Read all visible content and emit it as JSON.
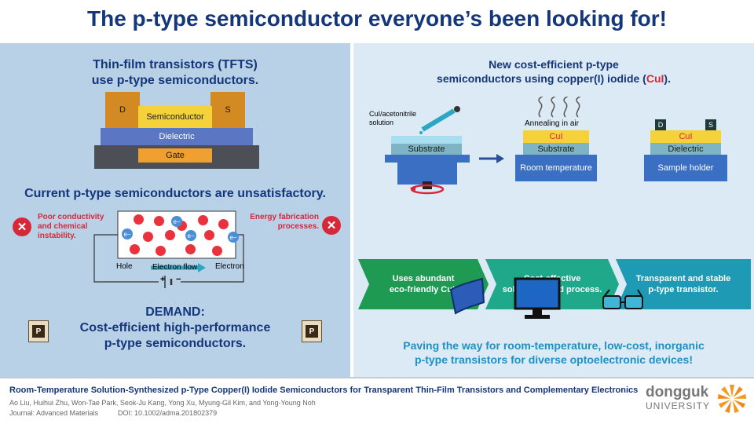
{
  "title": "The p-type semiconductor everyone’s been looking for!",
  "left": {
    "heading1_line1": "Thin-film transistors (TFTS)",
    "heading1_line2": "use p-type semiconductors.",
    "tft": {
      "drain": "D",
      "source": "S",
      "semiconductor": "Semiconductor",
      "dielectric": "Dielectric",
      "gate": "Gate"
    },
    "heading2": "Current p-type semiconductors are unsatisfactory.",
    "issue_left": [
      "Poor conductivity",
      "and chemical",
      "instability."
    ],
    "issue_right": [
      "Energy fabrication",
      "processes."
    ],
    "x_mark": "✕",
    "electron_symbol": "e−",
    "hole_label": "Hole",
    "flow_label": "Electron flow",
    "electron_label": "Electron",
    "plus": "+",
    "minus": "−",
    "demand": "DEMAND:",
    "demand_line1": "Cost-efficient high-performance",
    "demand_line2": "p-type semiconductors.",
    "chip_letter": "P"
  },
  "right": {
    "heading_line1": "New cost-efficient p-type",
    "heading_line2_prefix": "semiconductors using copper(I) iodide (",
    "heading_line2_cui": "CuI",
    "heading_line2_suffix": ").",
    "step1": {
      "solution_line1": "CuI/acetonitrile",
      "solution_line2": "solution",
      "substrate": "Substrate"
    },
    "step2": {
      "annealing": "Annealing in air",
      "cui": "CuI",
      "substrate": "Substrate",
      "base": "Room temperature"
    },
    "step3": {
      "drain": "D",
      "source": "S",
      "cui": "CuI",
      "dielectric": "Dielectric",
      "base": "Sample holder"
    },
    "chevrons": [
      {
        "line1": "Uses abundant",
        "line2": "eco-friendly CuI."
      },
      {
        "line1": "Cost-effective",
        "line2": "solution-based process."
      },
      {
        "line1": "Transparent and stable",
        "line2": "p-type transistor."
      }
    ],
    "conclusion_line1": "Paving the way for room-temperature, low-cost, inorganic",
    "conclusion_line2": "p-type transistors for diverse optoelectronic devices!"
  },
  "footer": {
    "paper_title": "Room-Temperature Solution-Synthesized p-Type Copper(I) Iodide Semiconductors for Transparent Thin-Film Transistors and Complementary Electronics",
    "authors": "Ao Liu, Huihui Zhu, Won-Tae Park, Seok-Ju Kang, Yong Xu, Myung-Gil Kim, and Yong-Young Noh",
    "journal": "Journal: Advanced Materials",
    "doi": "DOI: 10.1002/adma.201802379",
    "logo_line1": "dongguk",
    "logo_line2": "UNIVERSITY"
  },
  "colors": {
    "navy": "#14367a",
    "red": "#d7283a",
    "teal": "#2ba7c4",
    "green": "#1f9a52",
    "yellow": "#f5d23a",
    "blue": "#3b6fc4"
  }
}
